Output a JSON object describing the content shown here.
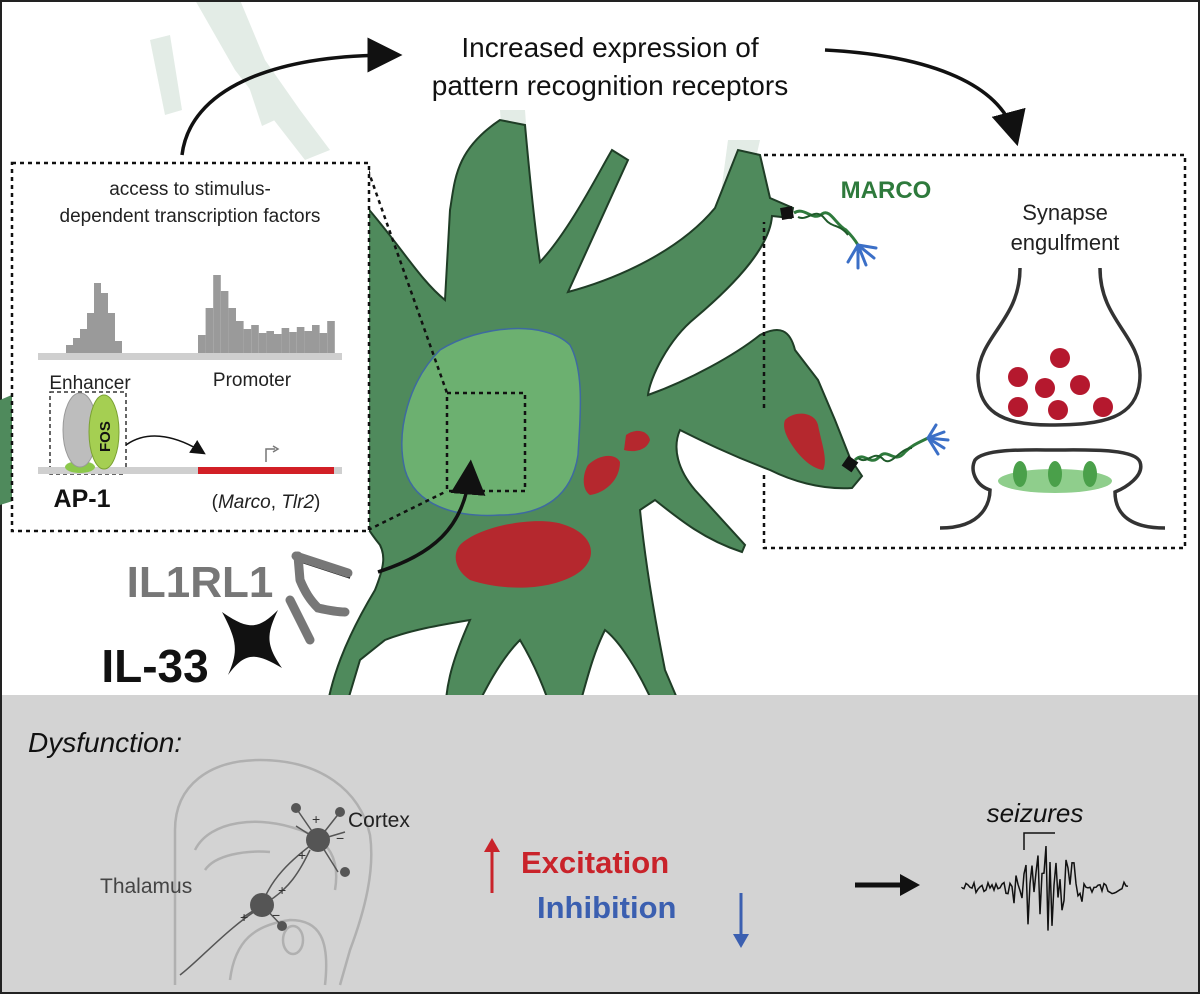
{
  "top": {
    "line1": "Increased expression of",
    "line2": "pattern recognition receptors"
  },
  "inset_left": {
    "line1": "access to stimulus-",
    "line2": "dependent transcription factors",
    "enhancer": "Enhancer",
    "promoter": "Promoter",
    "fos": "FOS",
    "ap1": "AP-1",
    "genes": {
      "open": "(",
      "g1": "Marco",
      "sep": ", ",
      "g2": "Tlr2",
      "close": ")"
    },
    "enhancer_track": [
      8,
      15,
      24,
      40,
      70,
      60,
      40,
      12
    ],
    "promoter_track": [
      18,
      45,
      78,
      62,
      45,
      32,
      24,
      28,
      20,
      22,
      19,
      25,
      21,
      26,
      22,
      28,
      20,
      32
    ]
  },
  "inset_right": {
    "marco": "MARCO",
    "line1": "Synapse",
    "line2": "engulfment"
  },
  "il1rl1": "IL1RL1",
  "il33": "IL-33",
  "bottom": {
    "dysfunction": "Dysfunction:",
    "cortex": "Cortex",
    "thalamus": "Thalamus",
    "excitation": "Excitation",
    "inhibition": "Inhibition",
    "seizures": "seizures"
  },
  "colors": {
    "cell": "#4f8a5c",
    "nucleus": "#6cb070",
    "red": "#b5282e",
    "blue": "#3b5fb0",
    "marco_green": "#2e7a3c",
    "gray_panel": "#d3d3d3"
  }
}
